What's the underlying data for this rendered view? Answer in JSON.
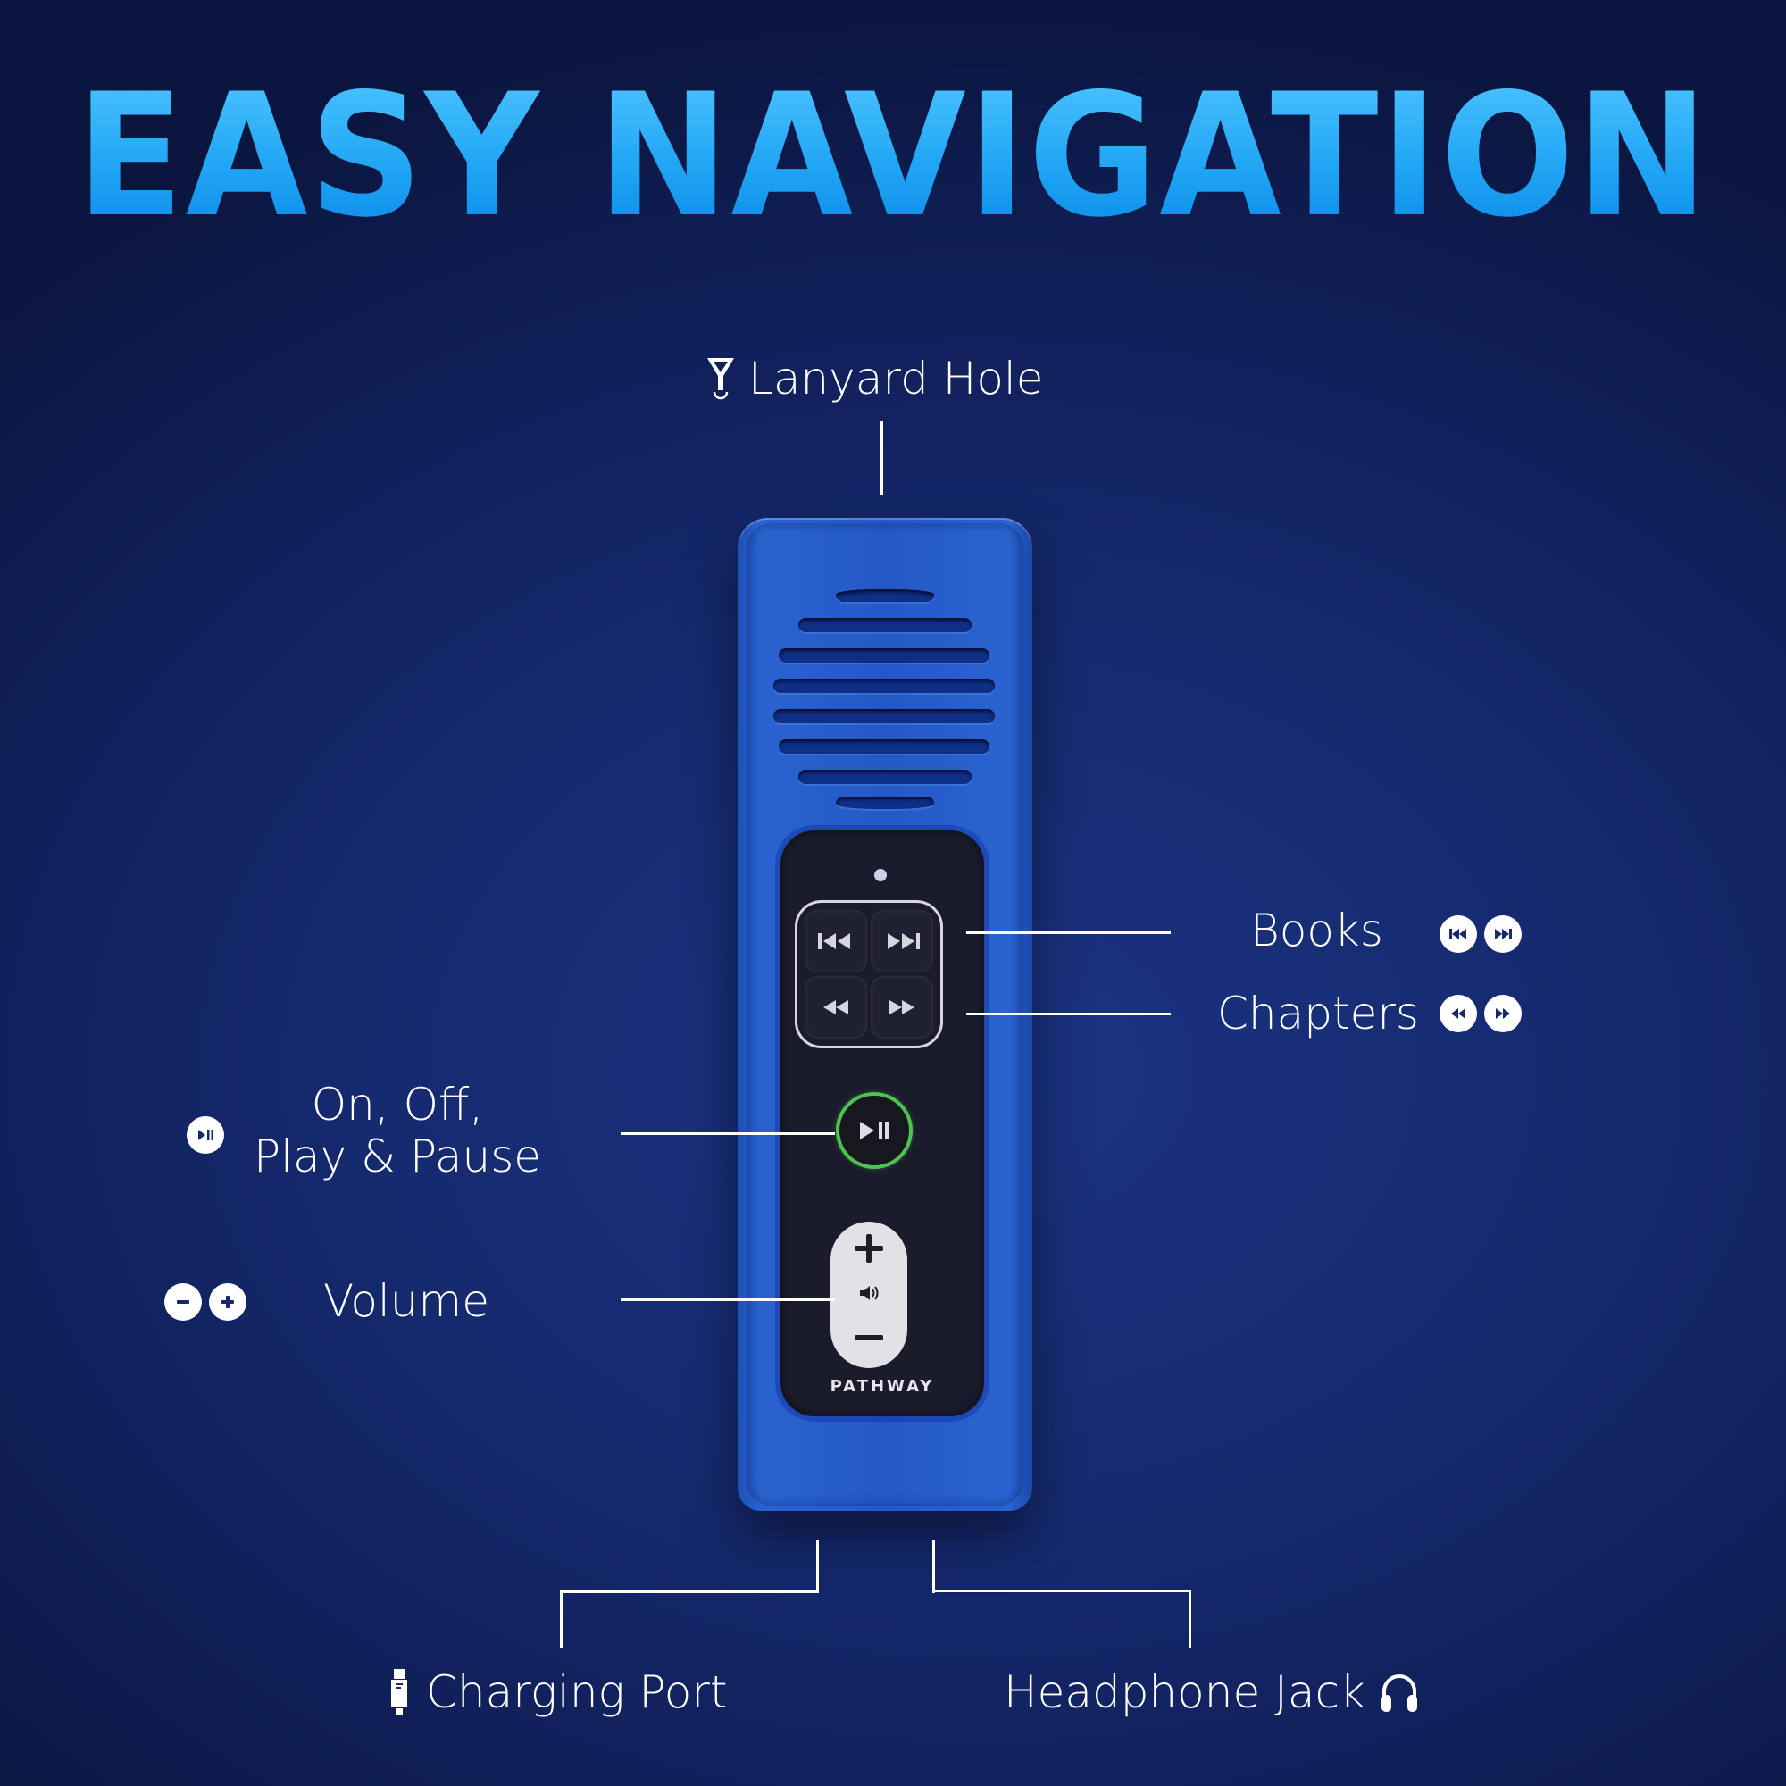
{
  "title": "EASY NAVIGATION",
  "colors": {
    "background": "#15296e",
    "title_gradient_top": "#4cc4ff",
    "title_gradient_bottom": "#0a8ae6",
    "device_body": "#2458c6",
    "panel": "#1a1b2b",
    "play_ring": "#4fc24f",
    "label_text": "#ffffff"
  },
  "callouts": {
    "lanyard": {
      "label": "Lanyard Hole",
      "icon": "lanyard-icon"
    },
    "books": {
      "label": "Books",
      "icons": [
        "skip-previous-icon",
        "skip-next-icon"
      ]
    },
    "chapters": {
      "label": "Chapters",
      "icons": [
        "rewind-icon",
        "fast-forward-icon"
      ]
    },
    "power_play": {
      "line1": "On, Off,",
      "line2": "Play & Pause",
      "icon": "play-pause-icon"
    },
    "volume": {
      "label": "Volume",
      "icons": [
        "minus-icon",
        "plus-icon"
      ]
    },
    "charging": {
      "label": "Charging Port",
      "icon": "usb-plug-icon"
    },
    "headphone": {
      "label": "Headphone Jack",
      "icon": "headphones-icon"
    }
  },
  "device": {
    "brand": "PATHWAY",
    "buttons": [
      "previous-book",
      "next-book",
      "previous-chapter",
      "next-chapter",
      "play-pause",
      "volume-up",
      "volume-down"
    ]
  }
}
